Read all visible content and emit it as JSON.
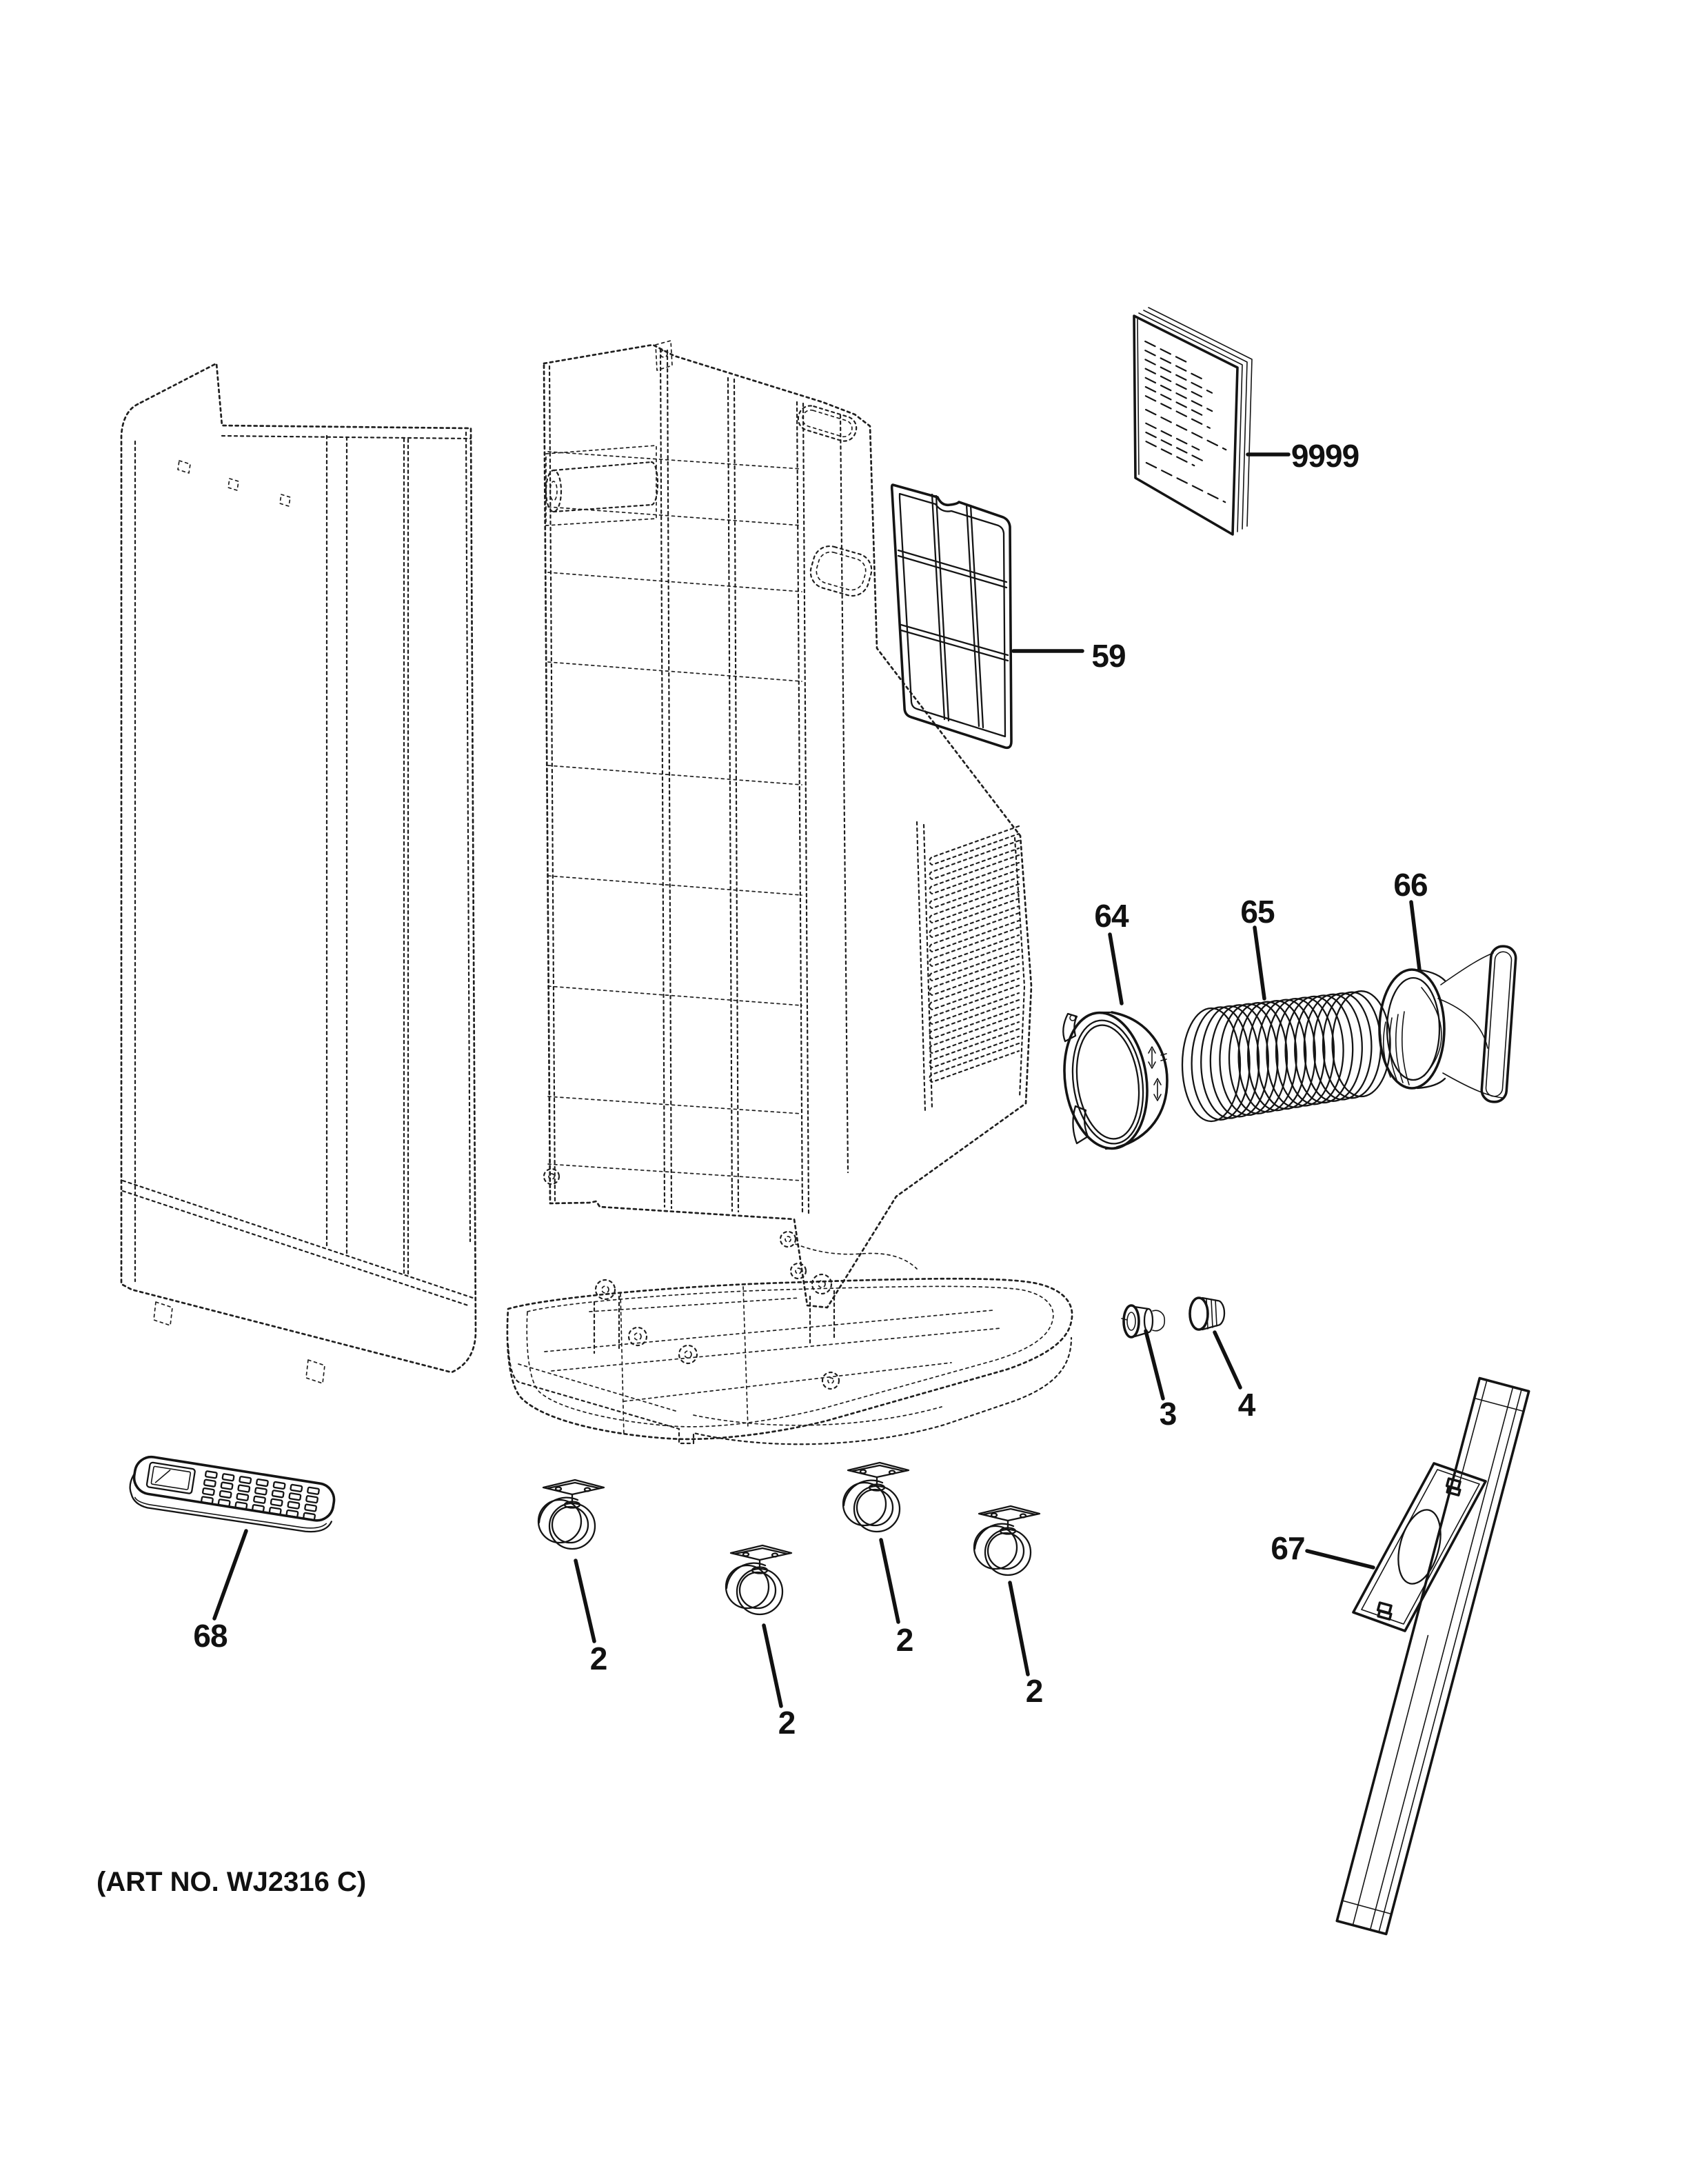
{
  "page": {
    "background": "#ffffff",
    "line_color": "#1a1a1a",
    "kind": "exploded-parts-diagram"
  },
  "footer": {
    "art_no": "(ART NO. WJ2316 C)"
  },
  "callouts": [
    {
      "text": "9999",
      "part": "owners-manual"
    },
    {
      "text": "59",
      "part": "air-filter"
    },
    {
      "text": "64",
      "part": "exhaust-hose-connector-ring"
    },
    {
      "text": "65",
      "part": "flexible-exhaust-hose"
    },
    {
      "text": "66",
      "part": "window-exhaust-adapter"
    },
    {
      "text": "3",
      "part": "drain-plug"
    },
    {
      "text": "4",
      "part": "drain-cap"
    },
    {
      "text": "2",
      "part": "caster-1"
    },
    {
      "text": "2",
      "part": "caster-2"
    },
    {
      "text": "2",
      "part": "caster-3"
    },
    {
      "text": "2",
      "part": "caster-4"
    },
    {
      "text": "67",
      "part": "window-slider-kit"
    },
    {
      "text": "68",
      "part": "remote-control"
    }
  ]
}
